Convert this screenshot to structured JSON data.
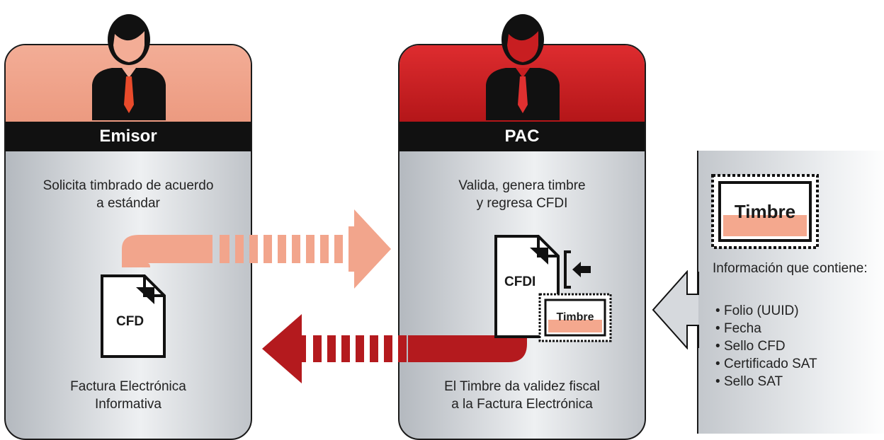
{
  "colors": {
    "emisor_accent": "#f0a28a",
    "pac_accent": "#c81e21",
    "header_bg": "#111111",
    "arrow_light": "#f2a58c",
    "arrow_dark": "#b41a1e"
  },
  "emisor": {
    "title": "Emisor",
    "description_line1": "Solicita timbrado de acuerdo",
    "description_line2": "a estándar",
    "document_label": "CFD",
    "footer_line1": "Factura Electrónica",
    "footer_line2": "Informativa",
    "icon": "businessman-icon"
  },
  "pac": {
    "title": "PAC",
    "description_line1": "Valida, genera timbre",
    "description_line2": "y regresa CFDI",
    "document_label": "CFDI",
    "stamp_label": "Timbre",
    "footer_line1": "El Timbre da validez fiscal",
    "footer_line2": "a la Factura Electrónica",
    "icon": "businessman-icon"
  },
  "info": {
    "stamp_label": "Timbre",
    "title": "Información que contiene:",
    "items": [
      "Folio (UUID)",
      "Fecha",
      "Sello CFD",
      "Certificado SAT",
      "Sello SAT"
    ]
  }
}
